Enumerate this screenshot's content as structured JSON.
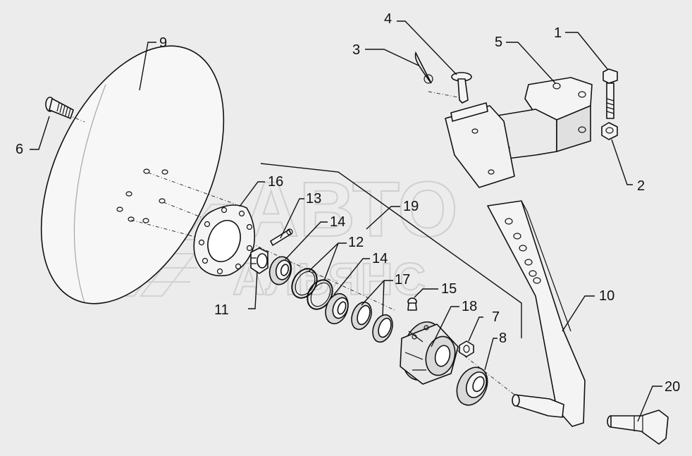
{
  "watermark": {
    "line1": "АВТО",
    "line2": "АЛЬЯНС"
  },
  "callouts": {
    "c1": "1",
    "c2": "2",
    "c3": "3",
    "c4": "4",
    "c5": "5",
    "c6": "6",
    "c7": "7",
    "c8": "8",
    "c9": "9",
    "c10": "10",
    "c11": "11",
    "c12": "12",
    "c13": "13",
    "c14a": "14",
    "c14b": "14",
    "c15": "15",
    "c16": "16",
    "c17": "17",
    "c18": "18",
    "c19": "19",
    "c20": "20"
  }
}
